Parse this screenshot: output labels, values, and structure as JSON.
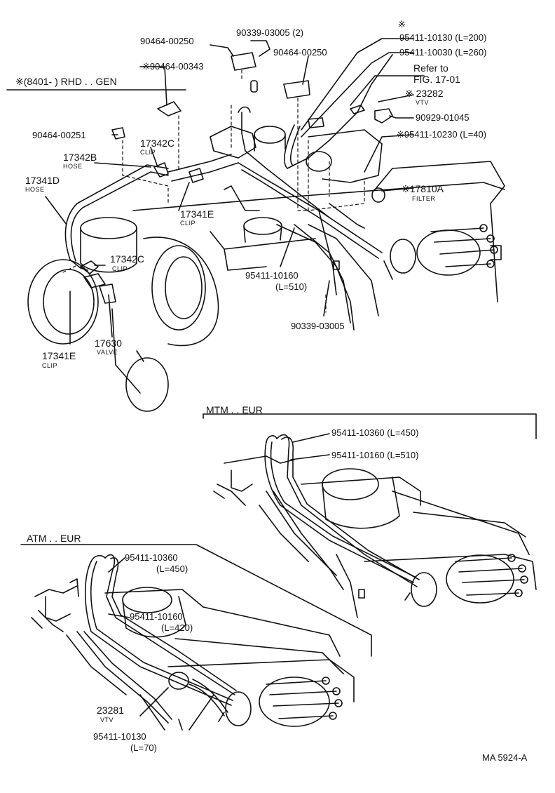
{
  "top": {
    "parts": {
      "p90464_00250_a": "90464-00250",
      "p90339_03005_2": "90339-03005 (2)",
      "p90464_00250_b": "90464-00250",
      "p90464_00343": "※90464-00343",
      "p8401_note": "※(8401-        ) RHD . . GEN",
      "p90464_00251": "90464-00251",
      "p17342c_a": "17342C",
      "p17342c_a_sub": "CLIP",
      "p17342b": "17342B",
      "p17342b_sub": "HOSE",
      "p17341d": "17341D",
      "p17341d_sub": "HOSE",
      "p17341e_a": "17341E",
      "p17341e_a_sub": "CLIP",
      "p17342c_b": "17342C",
      "p17342c_b_sub": "CLIP",
      "p17630": "17630",
      "p17630_sub": "VALVE",
      "p17341e_b": "17341E",
      "p17341e_b_sub": "CLIP",
      "star_10130": "※",
      "p95411_10130": "95411-10130 (L=200)",
      "p95411_10030": "95411-10030 (L=260)",
      "refer_1": "Refer to",
      "refer_2": "FIG. 17-01",
      "p23282": "※ 23282",
      "p23282_sub": "VTV",
      "p90929_01045": "90929-01045",
      "p95411_10230": "※95411-10230 (L=40)",
      "p17810a": "※17810A",
      "p17810a_sub": "FILTER",
      "p95411_10160": "95411-10160",
      "p95411_10160_len": "(L=510)",
      "p90339_03005": "90339-03005"
    }
  },
  "mtm": {
    "title": "MTM . . EUR",
    "p95411_10360": "95411-10360 (L=450)",
    "p95411_10160": "95411-10160 (L=510)"
  },
  "atm": {
    "title": "ATM . . EUR",
    "p95411_10360": "95411-10360",
    "p95411_10360_len": "(L=450)",
    "p95411_10160": "95411-10160",
    "p95411_10160_len": "(L=420)",
    "p23281": "23281",
    "p23281_sub": "VTV",
    "p95411_10130": "95411-10130",
    "p95411_10130_len": "(L=70)"
  },
  "footer": {
    "code": "MA 5924-A"
  },
  "colors": {
    "ink": "#111111",
    "paper": "#ffffff"
  }
}
